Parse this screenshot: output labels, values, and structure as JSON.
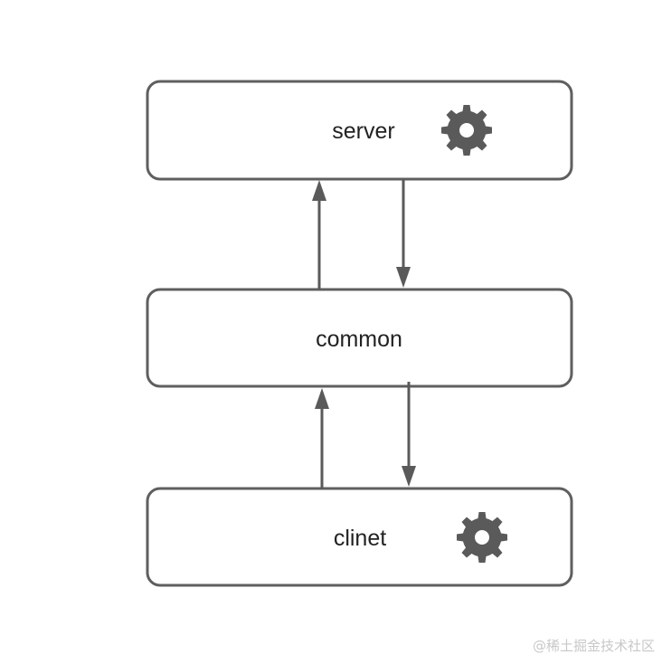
{
  "nodes": {
    "server": {
      "label": "server",
      "icon": "gear-icon"
    },
    "common": {
      "label": "common"
    },
    "client": {
      "label": "clinet",
      "icon": "gear-icon"
    }
  },
  "edges": [
    {
      "from": "common",
      "to": "server"
    },
    {
      "from": "server",
      "to": "common"
    },
    {
      "from": "client",
      "to": "common"
    },
    {
      "from": "common",
      "to": "client"
    }
  ],
  "colors": {
    "stroke": "#5f5f5f",
    "arrow": "#5a5a5a",
    "text": "#222222",
    "watermark": "#c8c8c8"
  },
  "watermark": "@稀土掘金技术社区"
}
